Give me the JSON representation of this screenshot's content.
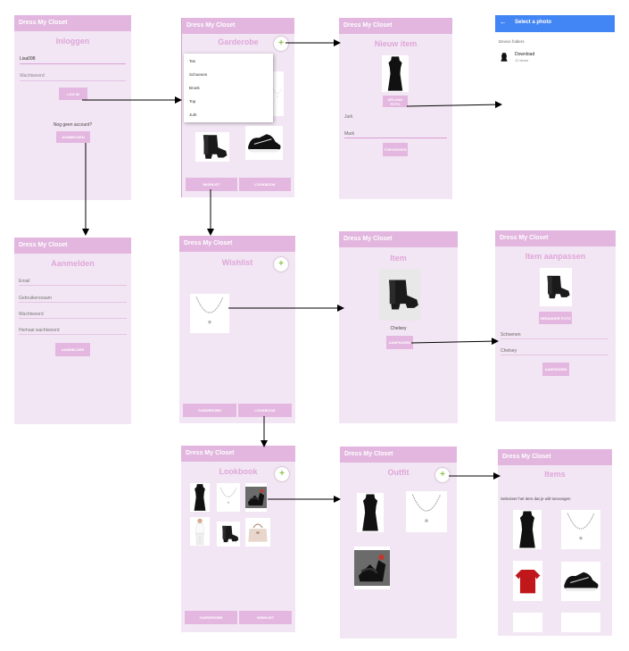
{
  "app_title": "Dress My Closet",
  "login": {
    "title": "Inloggen",
    "username_value": "Lisa098",
    "password_placeholder": "Wachtwoord",
    "login_button": "LOG IN",
    "no_account": "Nog geen account?",
    "signup_button": "AANMELDEN"
  },
  "register": {
    "title": "Aanmelden",
    "fields": [
      "Email",
      "Gebruikersnaam",
      "Wachtwoord",
      "Herhaal wachtwoord"
    ],
    "submit_button": "AANMELDEN"
  },
  "wardrobe": {
    "title": "Garderobe",
    "dropdown": [
      "Tas",
      "Schoenen",
      "Broek",
      "Top",
      "Jurk"
    ],
    "nav": [
      "WISHLIST",
      "LOOKBOOK"
    ]
  },
  "new_item": {
    "title": "Nieuw item",
    "upload_button": "UPLOAD FOTO",
    "category_value": "Jurk",
    "name_value": "Mark",
    "add_button": "TOEVOEGEN"
  },
  "photo_picker": {
    "header": "Select a photo",
    "section": "Device folders",
    "folder_name": "Download",
    "folder_count": "12 items"
  },
  "wishlist": {
    "title": "Wishlist",
    "nav": [
      "GARDEROBE",
      "LOOKBOOK"
    ]
  },
  "item": {
    "title": "Item",
    "name": "Chelsey",
    "edit_button": "AANPASSEN"
  },
  "edit_item": {
    "title": "Item aanpassen",
    "upload_button": "VERANDER FOTO",
    "category_value": "Schoenen",
    "name_value": "Chelsey",
    "save_button": "AANPASSEN"
  },
  "lookbook": {
    "title": "Lookbook",
    "nav": [
      "GARDEROBE",
      "WISHLIST"
    ]
  },
  "outfit": {
    "title": "Outfit"
  },
  "items": {
    "title": "Items",
    "instruction": "Selecteer het item dat je wilt toevoegen"
  },
  "colors": {
    "header": "#e2b6df",
    "screen_bg": "#f3e6f4",
    "title": "#dea6d9",
    "button": "#e4b7e0",
    "fab_plus": "#8bc34a",
    "picker_blue": "#4285f4"
  }
}
